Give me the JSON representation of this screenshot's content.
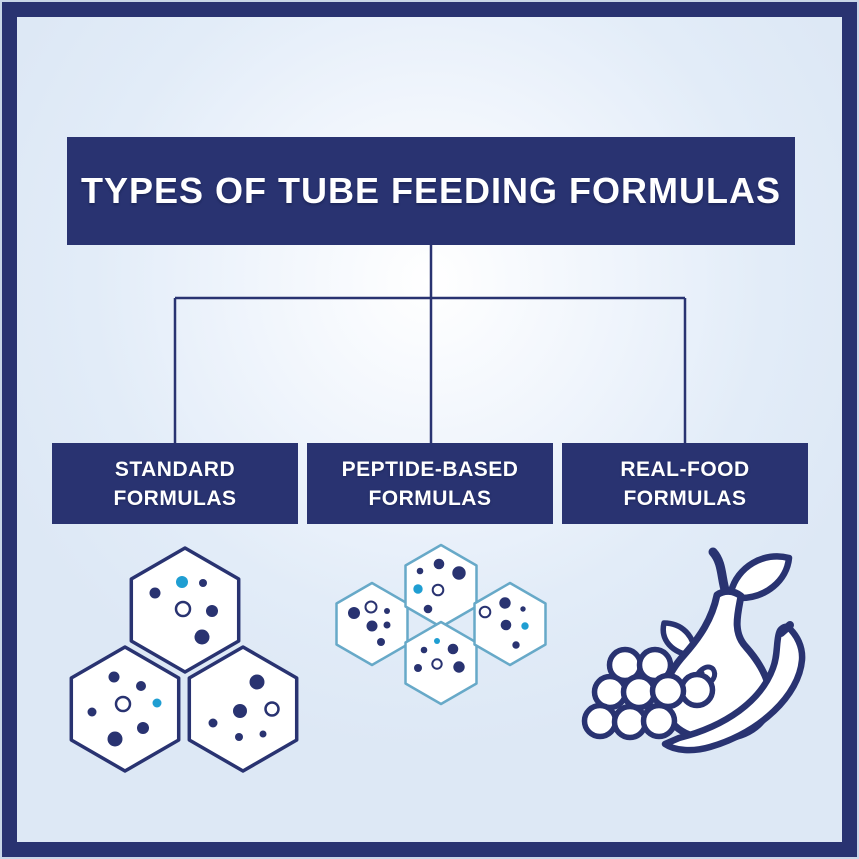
{
  "infographic": {
    "title": "TYPES OF TUBE FEEDING FORMULAS",
    "categories": [
      {
        "label": "STANDARD\nFORMULAS",
        "icon": "large-hexagon-molecules-icon"
      },
      {
        "label": "PEPTIDE-BASED\nFORMULAS",
        "icon": "small-hexagon-molecules-icon"
      },
      {
        "label": "REAL-FOOD\nFORMULAS",
        "icon": "pear-grapes-banana-icon"
      }
    ],
    "colors": {
      "navy": "#293371",
      "background_light_blue": "#e2ecf8",
      "accent_cyan": "#1f9ed2",
      "peptide_hexagon_border": "#67a9c8",
      "text_on_navy": "#ffffff"
    }
  }
}
